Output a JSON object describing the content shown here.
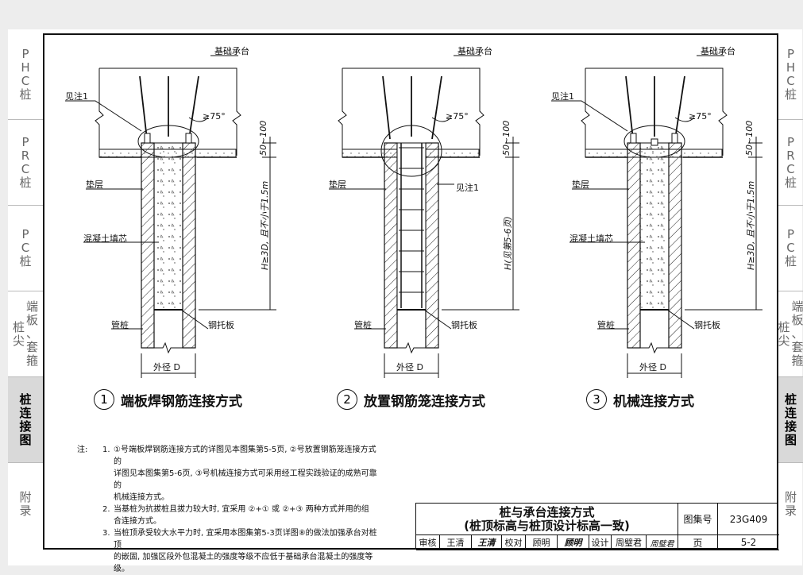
{
  "side_tabs_left": [
    {
      "label": "P\nH\nC\n桩",
      "active": false
    },
    {
      "label": "P\nR\nC\n桩",
      "active": false
    },
    {
      "label": "P\nC\n桩",
      "active": false
    },
    {
      "label_a": "桩\n尖",
      "label_b": "端\n板\n、\n套\n箍",
      "active": false
    },
    {
      "label": "桩\n连\n接\n图",
      "active": true
    },
    {
      "label": "附\n录",
      "active": false
    }
  ],
  "side_tabs_right": [
    {
      "label": "P\nH\nC\n桩"
    },
    {
      "label": "P\nR\nC\n桩"
    },
    {
      "label": "P\nC\n桩"
    },
    {
      "label_a": "桩\n尖",
      "label_b": "端\n板\n、\n套\n箍"
    },
    {
      "label": "桩\n连\n接\n图"
    },
    {
      "label": "附\n录"
    }
  ],
  "diagrams": [
    {
      "number": "1",
      "caption": "端板焊钢筋连接方式",
      "cap_label": "基础承台",
      "note_label": "见注1",
      "angle_label": "≥75°",
      "cushion_label": "垫层",
      "fill_label": "混凝土填芯",
      "pipe_label": "管桩",
      "plate_label": "钢托板",
      "dia_label": "外径 D",
      "dim_top": "50~100",
      "dim_h": "H≥3D, 且不小于1.5m"
    },
    {
      "number": "2",
      "caption": "放置钢筋笼连接方式",
      "cap_label": "基础承台",
      "note_label": "见注1",
      "angle_label": "≥75°",
      "cushion_label": "垫层",
      "fill_label": "",
      "pipe_label": "管桩",
      "plate_label": "钢托板",
      "dia_label": "外径 D",
      "dim_top": "50~100",
      "dim_h": "H(见第5-6页)"
    },
    {
      "number": "3",
      "caption": "机械连接方式",
      "cap_label": "基础承台",
      "note_label": "见注1",
      "angle_label": "≥75°",
      "cushion_label": "垫层",
      "fill_label": "混凝土填芯",
      "pipe_label": "管桩",
      "plate_label": "钢托板",
      "dia_label": "外径 D",
      "dim_top": "50~100",
      "dim_h": "H≥3D, 且不小于1.5m"
    }
  ],
  "notes": {
    "prefix": "注:",
    "items": [
      {
        "n": "1.",
        "lines": [
          "①号端板焊钢筋连接方式的详图见本图集第5-5页, ②号放置钢筋笼连接方式的",
          "详图见本图集第5-6页, ③号机械连接方式可采用经工程实践验证的成熟可靠的",
          "机械连接方式。"
        ]
      },
      {
        "n": "2.",
        "lines": [
          "当基桩为抗拔桩且拔力较大时, 宜采用 ②+① 或 ②+③ 两种方式并用的组",
          "合连接方式。"
        ]
      },
      {
        "n": "3.",
        "lines": [
          "当桩顶承受较大水平力时, 宜采用本图集第5-3页详图⑧的做法加强承台对桩顶",
          "的嵌固, 加强区段外包混凝土的强度等级不应低于基础承台混凝土的强度等级。"
        ]
      }
    ]
  },
  "title_block": {
    "title_line1": "桩与承台连接方式",
    "title_line2": "(桩顶标高与桩顶设计标高一致)",
    "atlas_label": "图集号",
    "atlas_value": "23G409",
    "page_label": "页",
    "page_value": "5-2",
    "review_label": "审核",
    "review_name": "王清",
    "review_sign": "王清",
    "check_label": "校对",
    "check_name": "顾明",
    "check_sign": "顾明",
    "design_label": "设计",
    "design_name": "周璧君",
    "design_sign": "周璧君"
  }
}
